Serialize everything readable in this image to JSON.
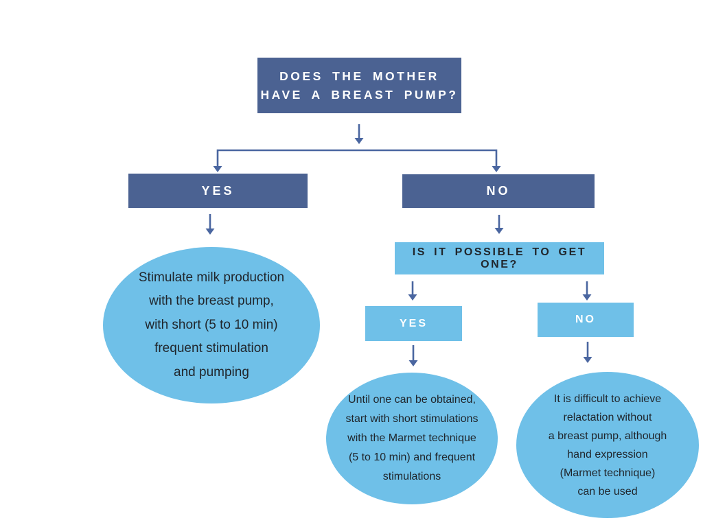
{
  "palette": {
    "dark_blue": "#4b6292",
    "light_blue": "#6fc0e8",
    "arrow": "#4a66a0",
    "ink": "#20262c",
    "bg": "#ffffff"
  },
  "flowchart": {
    "root_question": "DOES THE MOTHER\nHAVE A BREAST PUMP?",
    "branch_yes_label": "YES",
    "branch_no_label": "NO",
    "outcome_has_pump": "Stimulate milk production\nwith the breast pump,\nwith short (5 to 10 min)\nfrequent stimulation\nand pumping",
    "question_get_one": "IS IT POSSIBLE TO GET ONE?",
    "option_yes_label": "YES",
    "option_no_label": "NO",
    "outcome_can_obtain": "Until one can be obtained,\nstart with short stimulations\nwith the Marmet technique\n(5 to 10 min) and frequent\nstimulations",
    "outcome_no_pump": "It is difficult to achieve\nrelactation without\na breast pump, although\nhand expression\n(Marmet technique)\ncan be used"
  }
}
